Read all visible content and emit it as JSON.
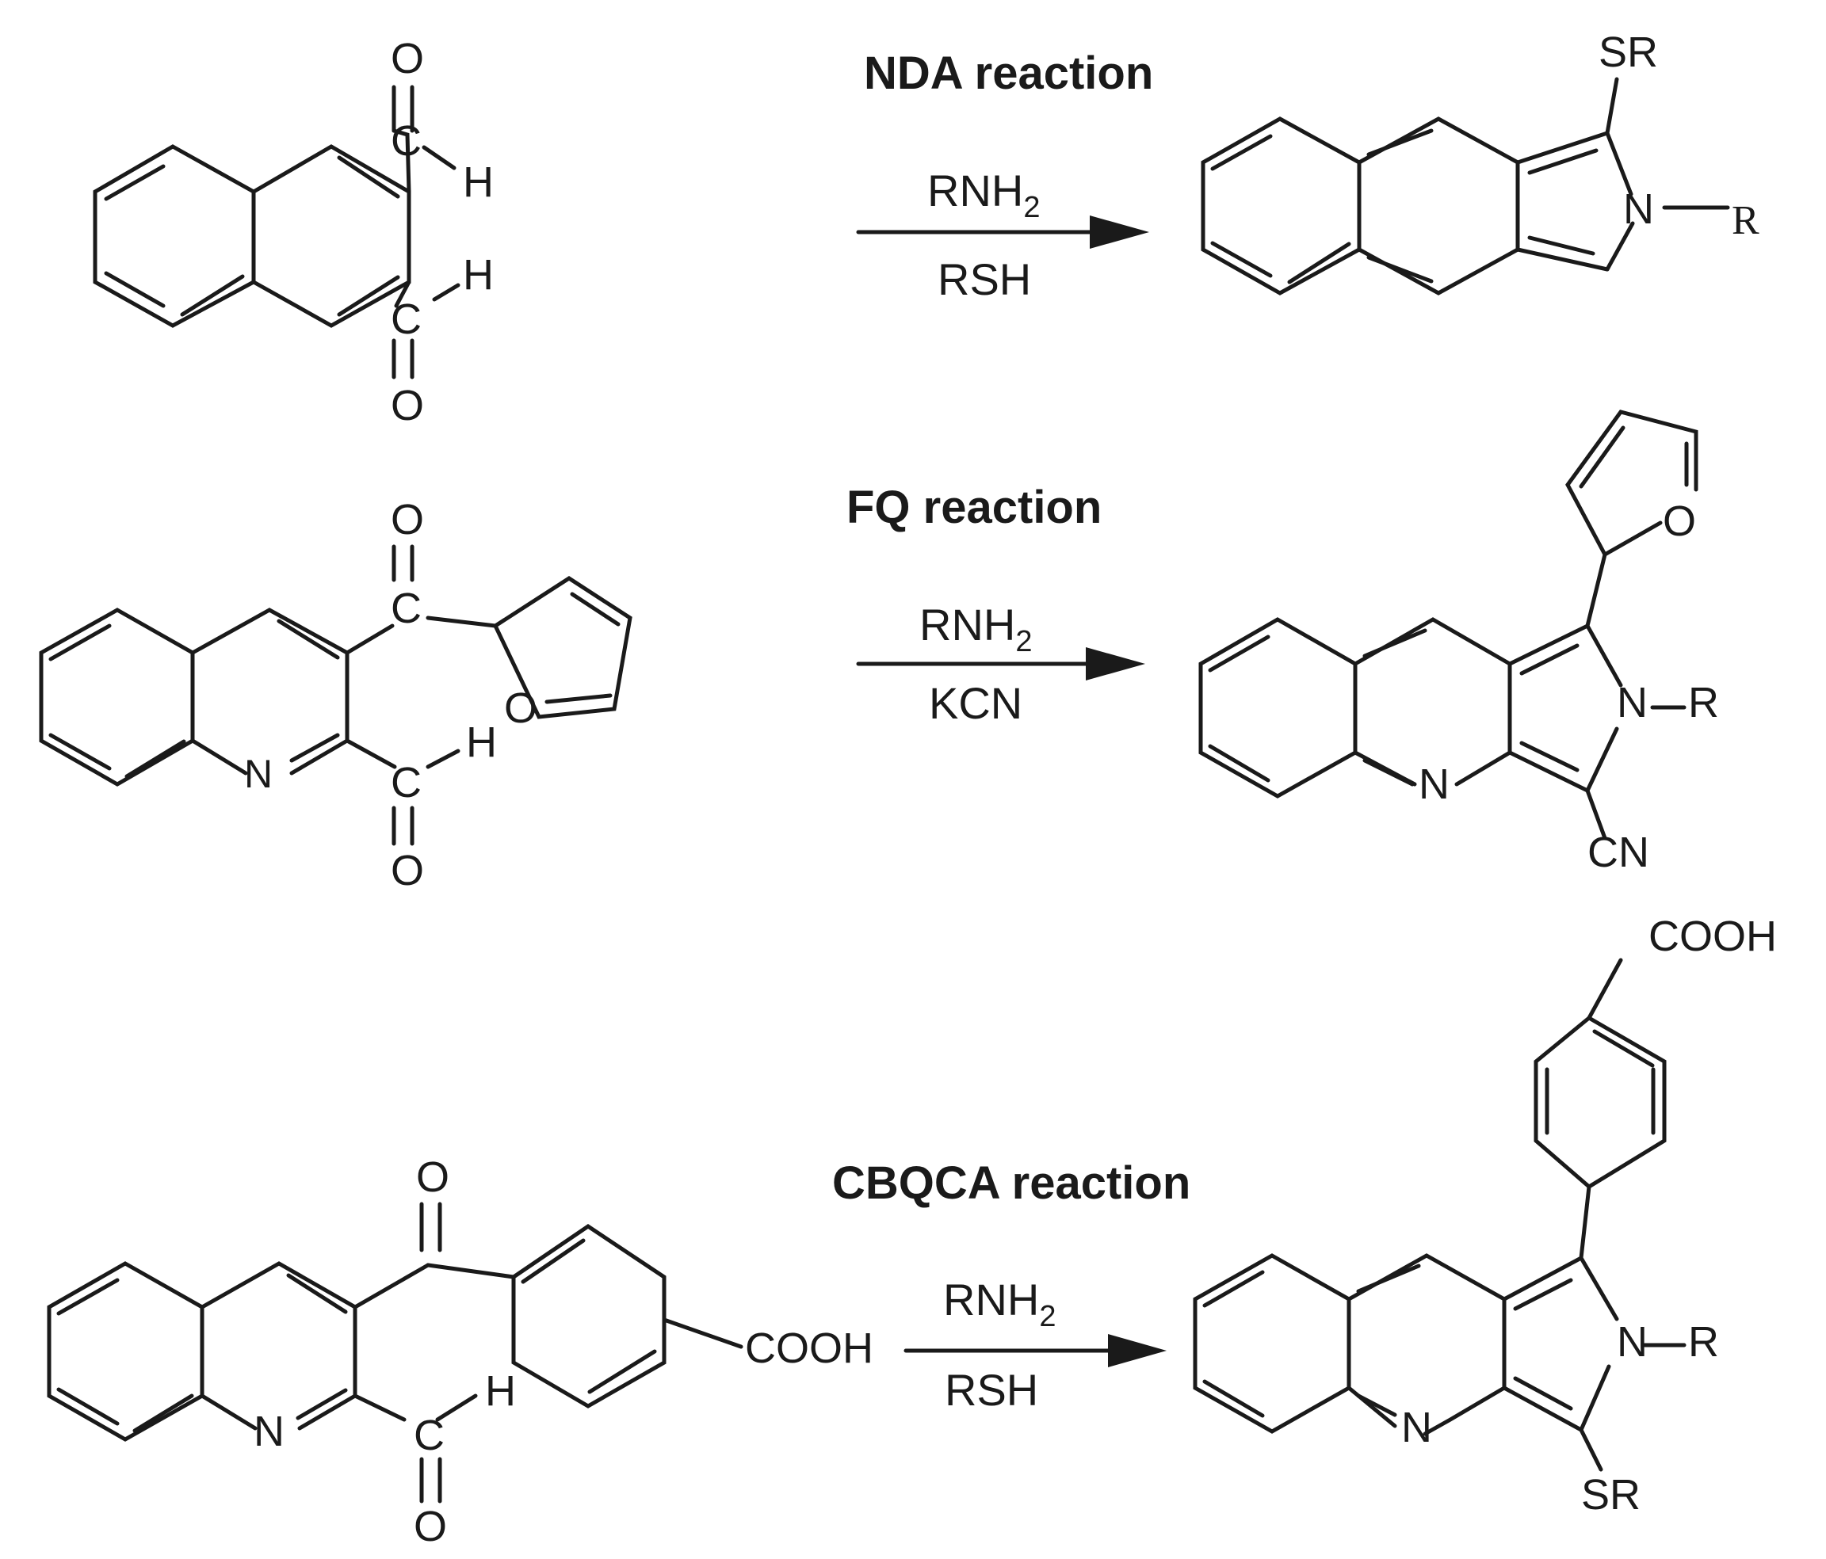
{
  "reactions": [
    {
      "title": "NDA reaction",
      "reagent_top": "RNH",
      "reagent_top_sub": "2",
      "reagent_bottom": "RSH",
      "reactant": {
        "O1": "O",
        "C1": "C",
        "H1": "H",
        "H2": "H",
        "C2": "C",
        "O2": "O"
      },
      "product": {
        "SR": "SR",
        "N": "N",
        "R": "R"
      }
    },
    {
      "title": "FQ reaction",
      "reagent_top": "RNH",
      "reagent_top_sub": "2",
      "reagent_bottom": "KCN",
      "reactant": {
        "O1": "O",
        "C1": "C",
        "Ofuran": "O",
        "N": "N",
        "H": "H",
        "C2": "C",
        "O2": "O"
      },
      "product": {
        "Ofuran": "O",
        "N": "N",
        "R": "R",
        "Nq": "N",
        "CN": "CN"
      }
    },
    {
      "title": "CBQCA reaction",
      "reagent_top": "RNH",
      "reagent_top_sub": "2",
      "reagent_bottom": "RSH",
      "reactant": {
        "O1": "O",
        "COOH": "COOH",
        "N": "N",
        "H": "H",
        "C": "C",
        "O2": "O"
      },
      "product": {
        "COOH": "COOH",
        "N": "N",
        "R": "R",
        "Nq": "N",
        "SR": "SR"
      }
    }
  ]
}
